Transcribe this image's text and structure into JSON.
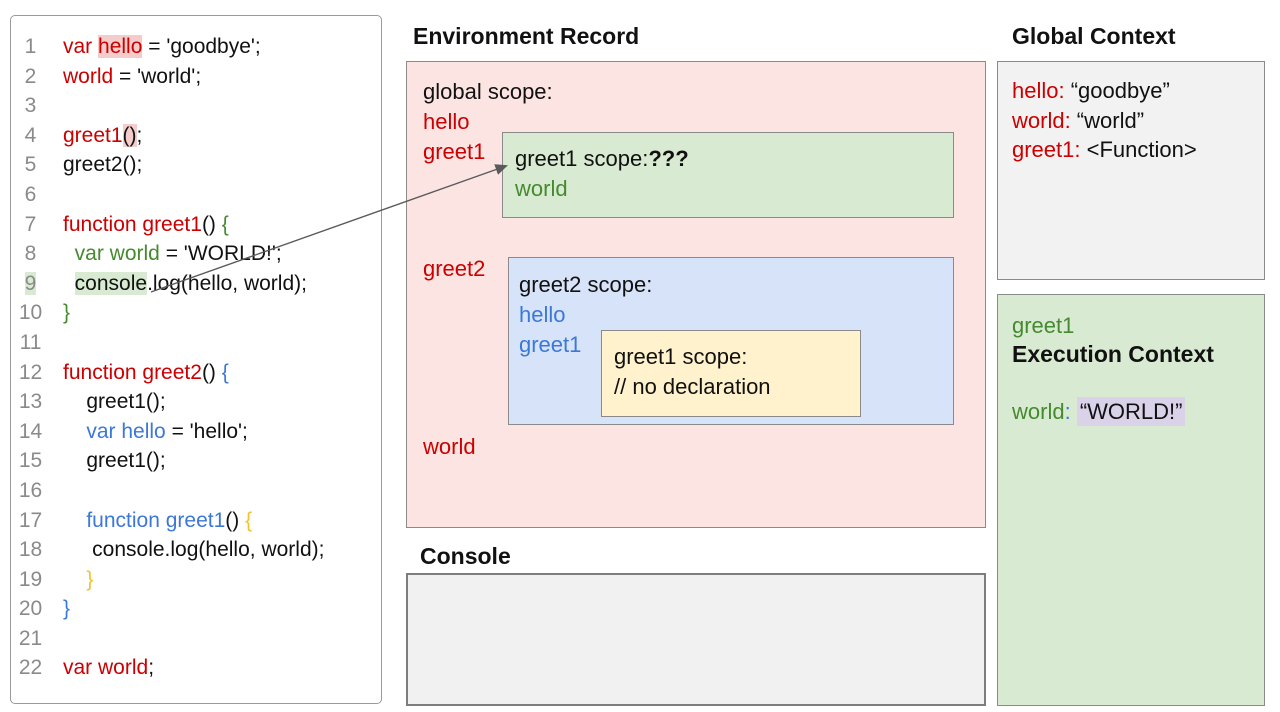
{
  "colors": {
    "red": "#cc0000",
    "green": "#458a2f",
    "blue": "#3c78d8",
    "yellow": "#f1c232",
    "linenum": "#8a8a8a",
    "arrow": "#5a5a5a",
    "pinkbox": "#fce4e2",
    "greenbox": "#d9ead3",
    "bluebox": "#d7e3f8",
    "yellowbox": "#fff2cc",
    "graybox": "#f2f2f2",
    "pinkhl": "#f4cccc",
    "greenhl": "#d9ead3",
    "lavhl": "#d9d2e9"
  },
  "code": {
    "lines": [
      {
        "n": "1",
        "seg": [
          {
            "t": "var ",
            "c": "red"
          },
          {
            "t": "hello",
            "c": "red",
            "h": "pinkhl"
          },
          {
            "t": " = 'goodbye';"
          }
        ]
      },
      {
        "n": "2",
        "seg": [
          {
            "t": "world",
            "c": "red"
          },
          {
            "t": " = 'world';"
          }
        ]
      },
      {
        "n": "3",
        "seg": []
      },
      {
        "n": "4",
        "seg": [
          {
            "t": "greet1",
            "c": "red"
          },
          {
            "t": "()",
            "h": "pinkhl"
          },
          {
            "t": ";"
          }
        ]
      },
      {
        "n": "5",
        "seg": [
          {
            "t": "greet2();"
          }
        ]
      },
      {
        "n": "6",
        "seg": []
      },
      {
        "n": "7",
        "seg": [
          {
            "t": "function greet1",
            "c": "red"
          },
          {
            "t": "() "
          },
          {
            "t": "{",
            "c": "green"
          }
        ]
      },
      {
        "n": "8",
        "seg": [
          {
            "t": "  "
          },
          {
            "t": "var world",
            "c": "green"
          },
          {
            "t": " = 'WORLD!';"
          }
        ]
      },
      {
        "n": "9",
        "numH": "greenhl",
        "seg": [
          {
            "t": "  "
          },
          {
            "t": "console",
            "h": "greenhl"
          },
          {
            "t": ".log(hello, world);"
          }
        ]
      },
      {
        "n": "10",
        "seg": [
          {
            "t": "}",
            "c": "green"
          }
        ]
      },
      {
        "n": "11",
        "seg": []
      },
      {
        "n": "12",
        "seg": [
          {
            "t": "function greet2",
            "c": "red"
          },
          {
            "t": "() "
          },
          {
            "t": "{",
            "c": "blue"
          }
        ]
      },
      {
        "n": "13",
        "seg": [
          {
            "t": "    greet1();"
          }
        ]
      },
      {
        "n": "14",
        "seg": [
          {
            "t": "    "
          },
          {
            "t": "var hello",
            "c": "blue"
          },
          {
            "t": " = 'hello';"
          }
        ]
      },
      {
        "n": "15",
        "seg": [
          {
            "t": "    greet1();"
          }
        ]
      },
      {
        "n": "16",
        "seg": []
      },
      {
        "n": "17",
        "seg": [
          {
            "t": "    "
          },
          {
            "t": "function greet1",
            "c": "blue"
          },
          {
            "t": "() "
          },
          {
            "t": "{",
            "c": "yellow"
          }
        ]
      },
      {
        "n": "18",
        "seg": [
          {
            "t": "     console.log(hello, world);"
          }
        ]
      },
      {
        "n": "19",
        "seg": [
          {
            "t": "    "
          },
          {
            "t": "}",
            "c": "yellow"
          }
        ]
      },
      {
        "n": "20",
        "seg": [
          {
            "t": "}",
            "c": "blue"
          }
        ]
      },
      {
        "n": "21",
        "seg": []
      },
      {
        "n": "22",
        "seg": [
          {
            "t": "var world",
            "c": "red"
          },
          {
            "t": ";"
          }
        ]
      }
    ]
  },
  "environment_record": {
    "title": "Environment Record",
    "global_scope_label": "global scope:",
    "global_vars": [
      "hello",
      "greet1"
    ],
    "greet2_label": "greet2",
    "world_label": "world",
    "greet1_scope": {
      "title_seg": [
        {
          "t": "greet1 scope:"
        },
        {
          "t": "???",
          "b": true
        }
      ],
      "var1": "world"
    },
    "greet2_scope": {
      "title": "greet2 scope:",
      "vars": [
        "hello",
        "greet1"
      ],
      "inner_scope": {
        "title": "greet1 scope:",
        "comment": "// no declaration"
      }
    }
  },
  "console_panel": {
    "title": "Console"
  },
  "global_context": {
    "title": "Global Context",
    "rows": [
      [
        {
          "t": "hello:",
          "c": "red"
        },
        {
          "t": " “goodbye”"
        }
      ],
      [
        {
          "t": "world:",
          "c": "red"
        },
        {
          "t": " “world”"
        }
      ],
      [
        {
          "t": "greet1:",
          "c": "red"
        },
        {
          "t": " <Function>"
        }
      ]
    ]
  },
  "execution_context": {
    "func_name": "greet1",
    "title": "Execution Context",
    "row": [
      {
        "t": "world",
        "c": "green"
      },
      {
        "t": ":",
        "c": "blue"
      },
      {
        "t": " "
      },
      {
        "t": "“WORLD!”",
        "h": "lavhl",
        "pad": true
      }
    ]
  }
}
